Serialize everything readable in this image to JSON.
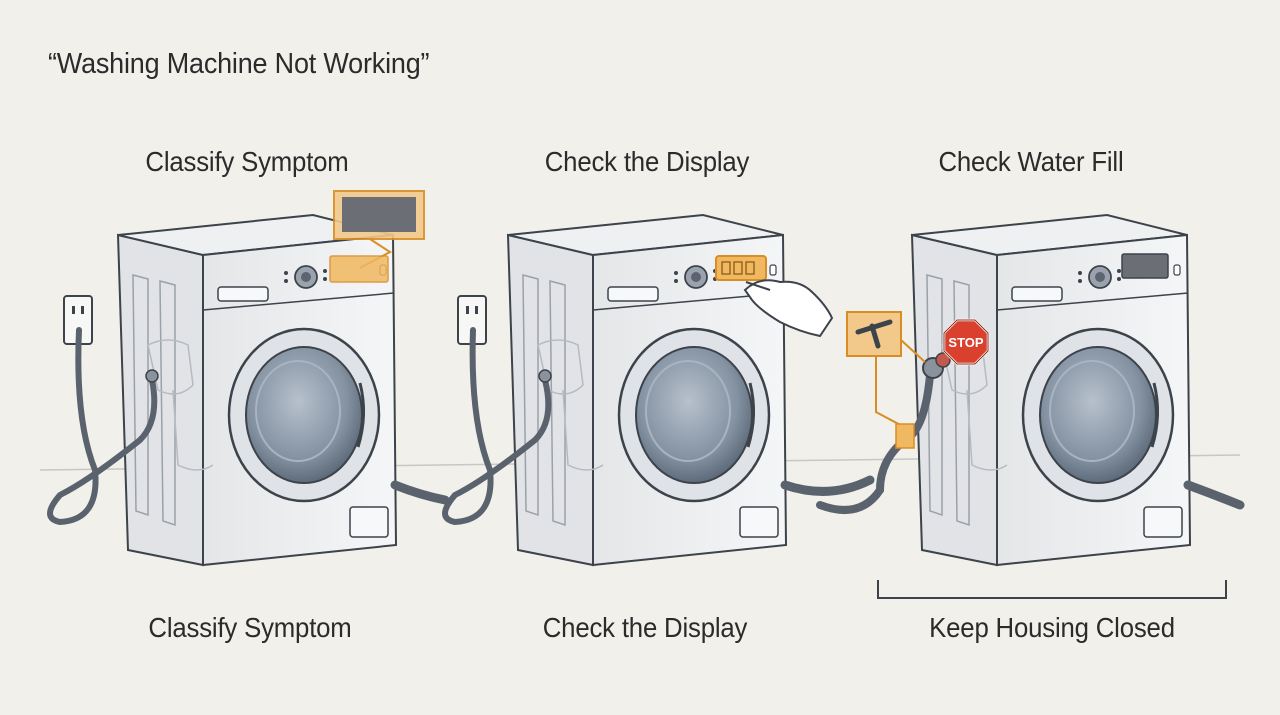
{
  "title": "“Washing Machine Not Working”",
  "steps": [
    {
      "top_label": "Classify Symptom",
      "bottom_label": "Classify Symptom"
    },
    {
      "top_label": "Check the Display",
      "bottom_label": "Check the Display"
    },
    {
      "top_label": "Check Water Fill",
      "bottom_label": "Keep Housing Closed"
    }
  ],
  "stop_sign": "STOP",
  "colors": {
    "background": "#f1f0eb",
    "highlight": "#e8a94a",
    "stop": "#d9412e",
    "outline": "#3d434b",
    "door_glass": "#7f8d9c"
  }
}
